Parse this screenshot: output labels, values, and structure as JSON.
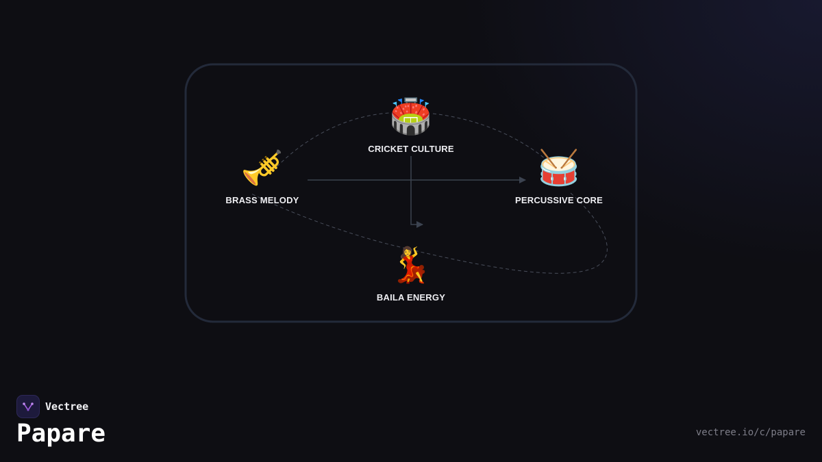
{
  "nodes": {
    "brass": {
      "emoji": "🎺",
      "label": "BRASS MELODY"
    },
    "cricket": {
      "emoji": "🏟️",
      "label": "CRICKET CULTURE"
    },
    "percussion": {
      "emoji": "🥁",
      "label": "PERCUSSIVE CORE"
    },
    "baila": {
      "emoji": "💃",
      "label": "BAILA ENERGY"
    }
  },
  "connections": [
    {
      "from": "BRASS MELODY",
      "to": "PERCUSSIVE CORE",
      "style": "solid-arrow"
    },
    {
      "from": "CRICKET CULTURE",
      "to": "BAILA ENERGY",
      "style": "solid-arrow"
    },
    {
      "from": "BRASS MELODY",
      "to": "CRICKET CULTURE",
      "style": "dashed-curve"
    },
    {
      "from": "CRICKET CULTURE",
      "to": "PERCUSSIVE CORE",
      "style": "dashed-curve"
    },
    {
      "from": "PERCUSSIVE CORE",
      "to": "BRASS MELODY",
      "style": "dashed-curve"
    }
  ],
  "brand": {
    "name": "Vectree"
  },
  "page": {
    "title": "Papare",
    "url": "vectree.io/c/papare"
  },
  "colors": {
    "background": "#0e0e13",
    "frame": "#232a3a",
    "arrow": "#3c4350",
    "dashed": "#4a4f5c",
    "label": "#eeeef2",
    "url": "#7d7d88",
    "brand_accent": "#a35ee0"
  }
}
